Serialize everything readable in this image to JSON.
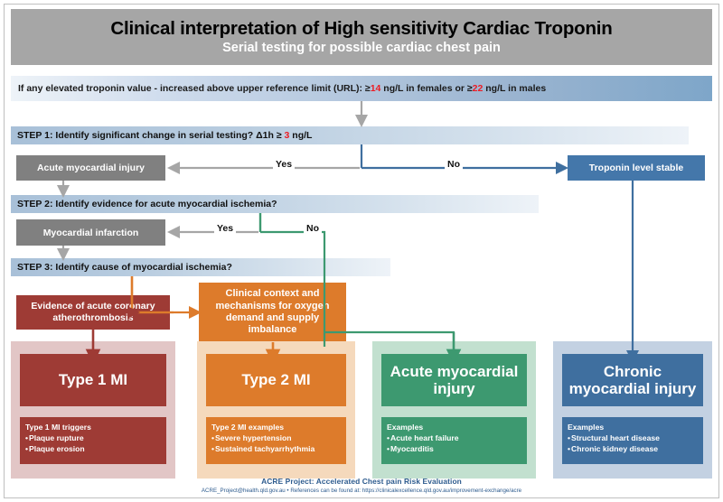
{
  "header": {
    "title": "Clinical interpretation of High sensitivity Cardiac Troponin",
    "subtitle": "Serial testing for possible cardiac chest pain"
  },
  "url_banner": {
    "prefix": "If any elevated troponin value - increased above upper reference limit (URL): ≥",
    "female_value": "14",
    "mid": " ng/L in females or ≥",
    "male_value": "22",
    "suffix": " ng/L in males"
  },
  "steps": {
    "step1_prefix": "STEP 1: Identify significant change in serial testing?   Δ1h ≥ ",
    "step1_value": "3",
    "step1_suffix": " ng/L",
    "step2": "STEP 2: Identify evidence for acute myocardial ischemia?",
    "step3": "STEP 3: Identify cause of myocardial ischemia?"
  },
  "decisions": {
    "yes1": "Yes",
    "no1": "No",
    "yes2": "Yes",
    "no2": "No"
  },
  "boxes": {
    "acute_myocardial_injury": "Acute myocardial injury",
    "myocardial_infarction": "Myocardial infarction",
    "troponin_level_stable": "Troponin level stable",
    "cause_red": "Evidence of acute coronary atherothrombosis",
    "cause_orange": "Clinical context and mechanisms for oxygen demand and supply imbalance"
  },
  "outcomes": [
    {
      "id": "type1",
      "title": "Type 1 MI",
      "examples_heading": "Type 1 MI triggers",
      "examples": [
        "Plaque rupture",
        "Plaque erosion"
      ],
      "color": "#9e3b35",
      "panel": "#e2c6c6"
    },
    {
      "id": "type2",
      "title": "Type 2 MI",
      "examples_heading": "Type 2 MI examples",
      "examples": [
        "Severe hypertension",
        "Sustained tachyarrhythmia"
      ],
      "color": "#dd7b2b",
      "panel": "#f5d9bc"
    },
    {
      "id": "acute",
      "title": "Acute myocardial injury",
      "examples_heading": "Examples",
      "examples": [
        "Acute heart failure",
        "Myocarditis"
      ],
      "color": "#3d9970",
      "panel": "#c2e0cf"
    },
    {
      "id": "chronic",
      "title": "Chronic myocardial injury",
      "examples_heading": "Examples",
      "examples": [
        "Structural heart disease",
        "Chronic kidney disease"
      ],
      "color": "#3f6f9f",
      "panel": "#c3d1e2"
    }
  ],
  "footer": {
    "line1": "ACRE Project: Accelerated Chest pain Risk Evaluation",
    "line2": "ACRE_Project@health.qld.gov.au • References can be found at: https://clinicalexcellence.qld.gov.au/improvement-exchange/acre"
  },
  "colors": {
    "header_bg": "#a6a6a6",
    "grey_box": "#808080",
    "blue_arrow": "#3f6f9f",
    "green_arrow": "#3d9970",
    "red": "#9e3b35",
    "orange": "#dd7b2b",
    "highlight_red": "#ec1c24"
  }
}
